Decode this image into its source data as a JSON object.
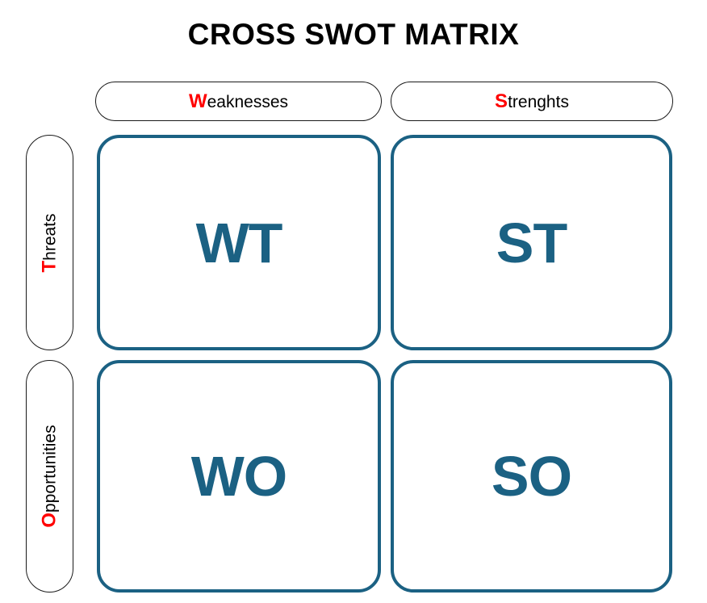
{
  "title": "CROSS SWOT MATRIX",
  "colors": {
    "accent_teal": "#1b6183",
    "initial_red": "#ff0000",
    "text_black": "#000000",
    "pill_border": "#1a1a1a",
    "background": "#ffffff"
  },
  "column_headers": [
    {
      "initial": "W",
      "rest": "eaknesses",
      "full": "Weaknesses"
    },
    {
      "initial": "S",
      "rest": "trenghts",
      "full": "Strenghts"
    }
  ],
  "row_headers": [
    {
      "initial": "T",
      "rest": "hreats",
      "full": "Threats"
    },
    {
      "initial": "O",
      "rest": "pportunities",
      "full": "Opportunities"
    }
  ],
  "quadrants": [
    {
      "code": "WT",
      "row": "Threats",
      "column": "Weaknesses"
    },
    {
      "code": "ST",
      "row": "Threats",
      "column": "Strenghts"
    },
    {
      "code": "WO",
      "row": "Opportunities",
      "column": "Weaknesses"
    },
    {
      "code": "SO",
      "row": "Opportunities",
      "column": "Strenghts"
    }
  ]
}
